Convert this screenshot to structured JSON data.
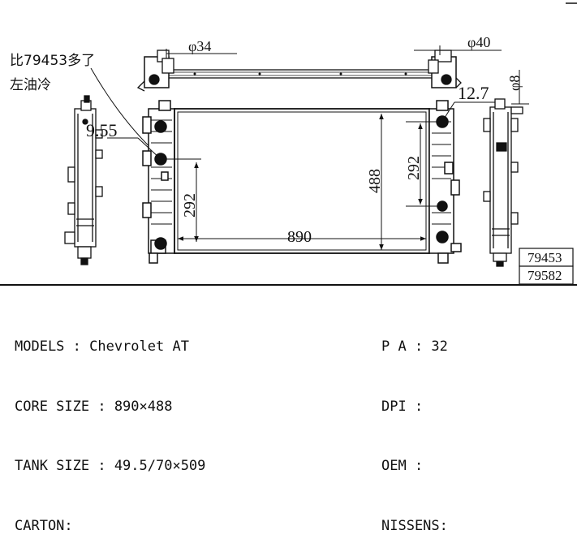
{
  "drawing": {
    "dim_top_left": "φ34",
    "dim_top_right": "φ40",
    "dim_right_side": "φ8",
    "dim_left_pipe": "9.55",
    "dim_right_pipe": "12.7",
    "dim_height_left": "292",
    "dim_height_right": "292",
    "dim_core_height": "488",
    "dim_core_width": "890",
    "note_line1": "比79453多了",
    "note_line2": "左油冷",
    "ref_box_1": "79453",
    "ref_box_2": "79582"
  },
  "specs_left": {
    "models": "MODELS : Chevrolet AT",
    "core_size": "CORE SIZE : 890×488",
    "tank_size": "TANK SIZE : 49.5/70×509",
    "carton": "CARTON:"
  },
  "specs_right": {
    "pa": "P A : 32",
    "dpi": "DPI :",
    "oem": "OEM :",
    "nissens": "NISSENS:"
  }
}
